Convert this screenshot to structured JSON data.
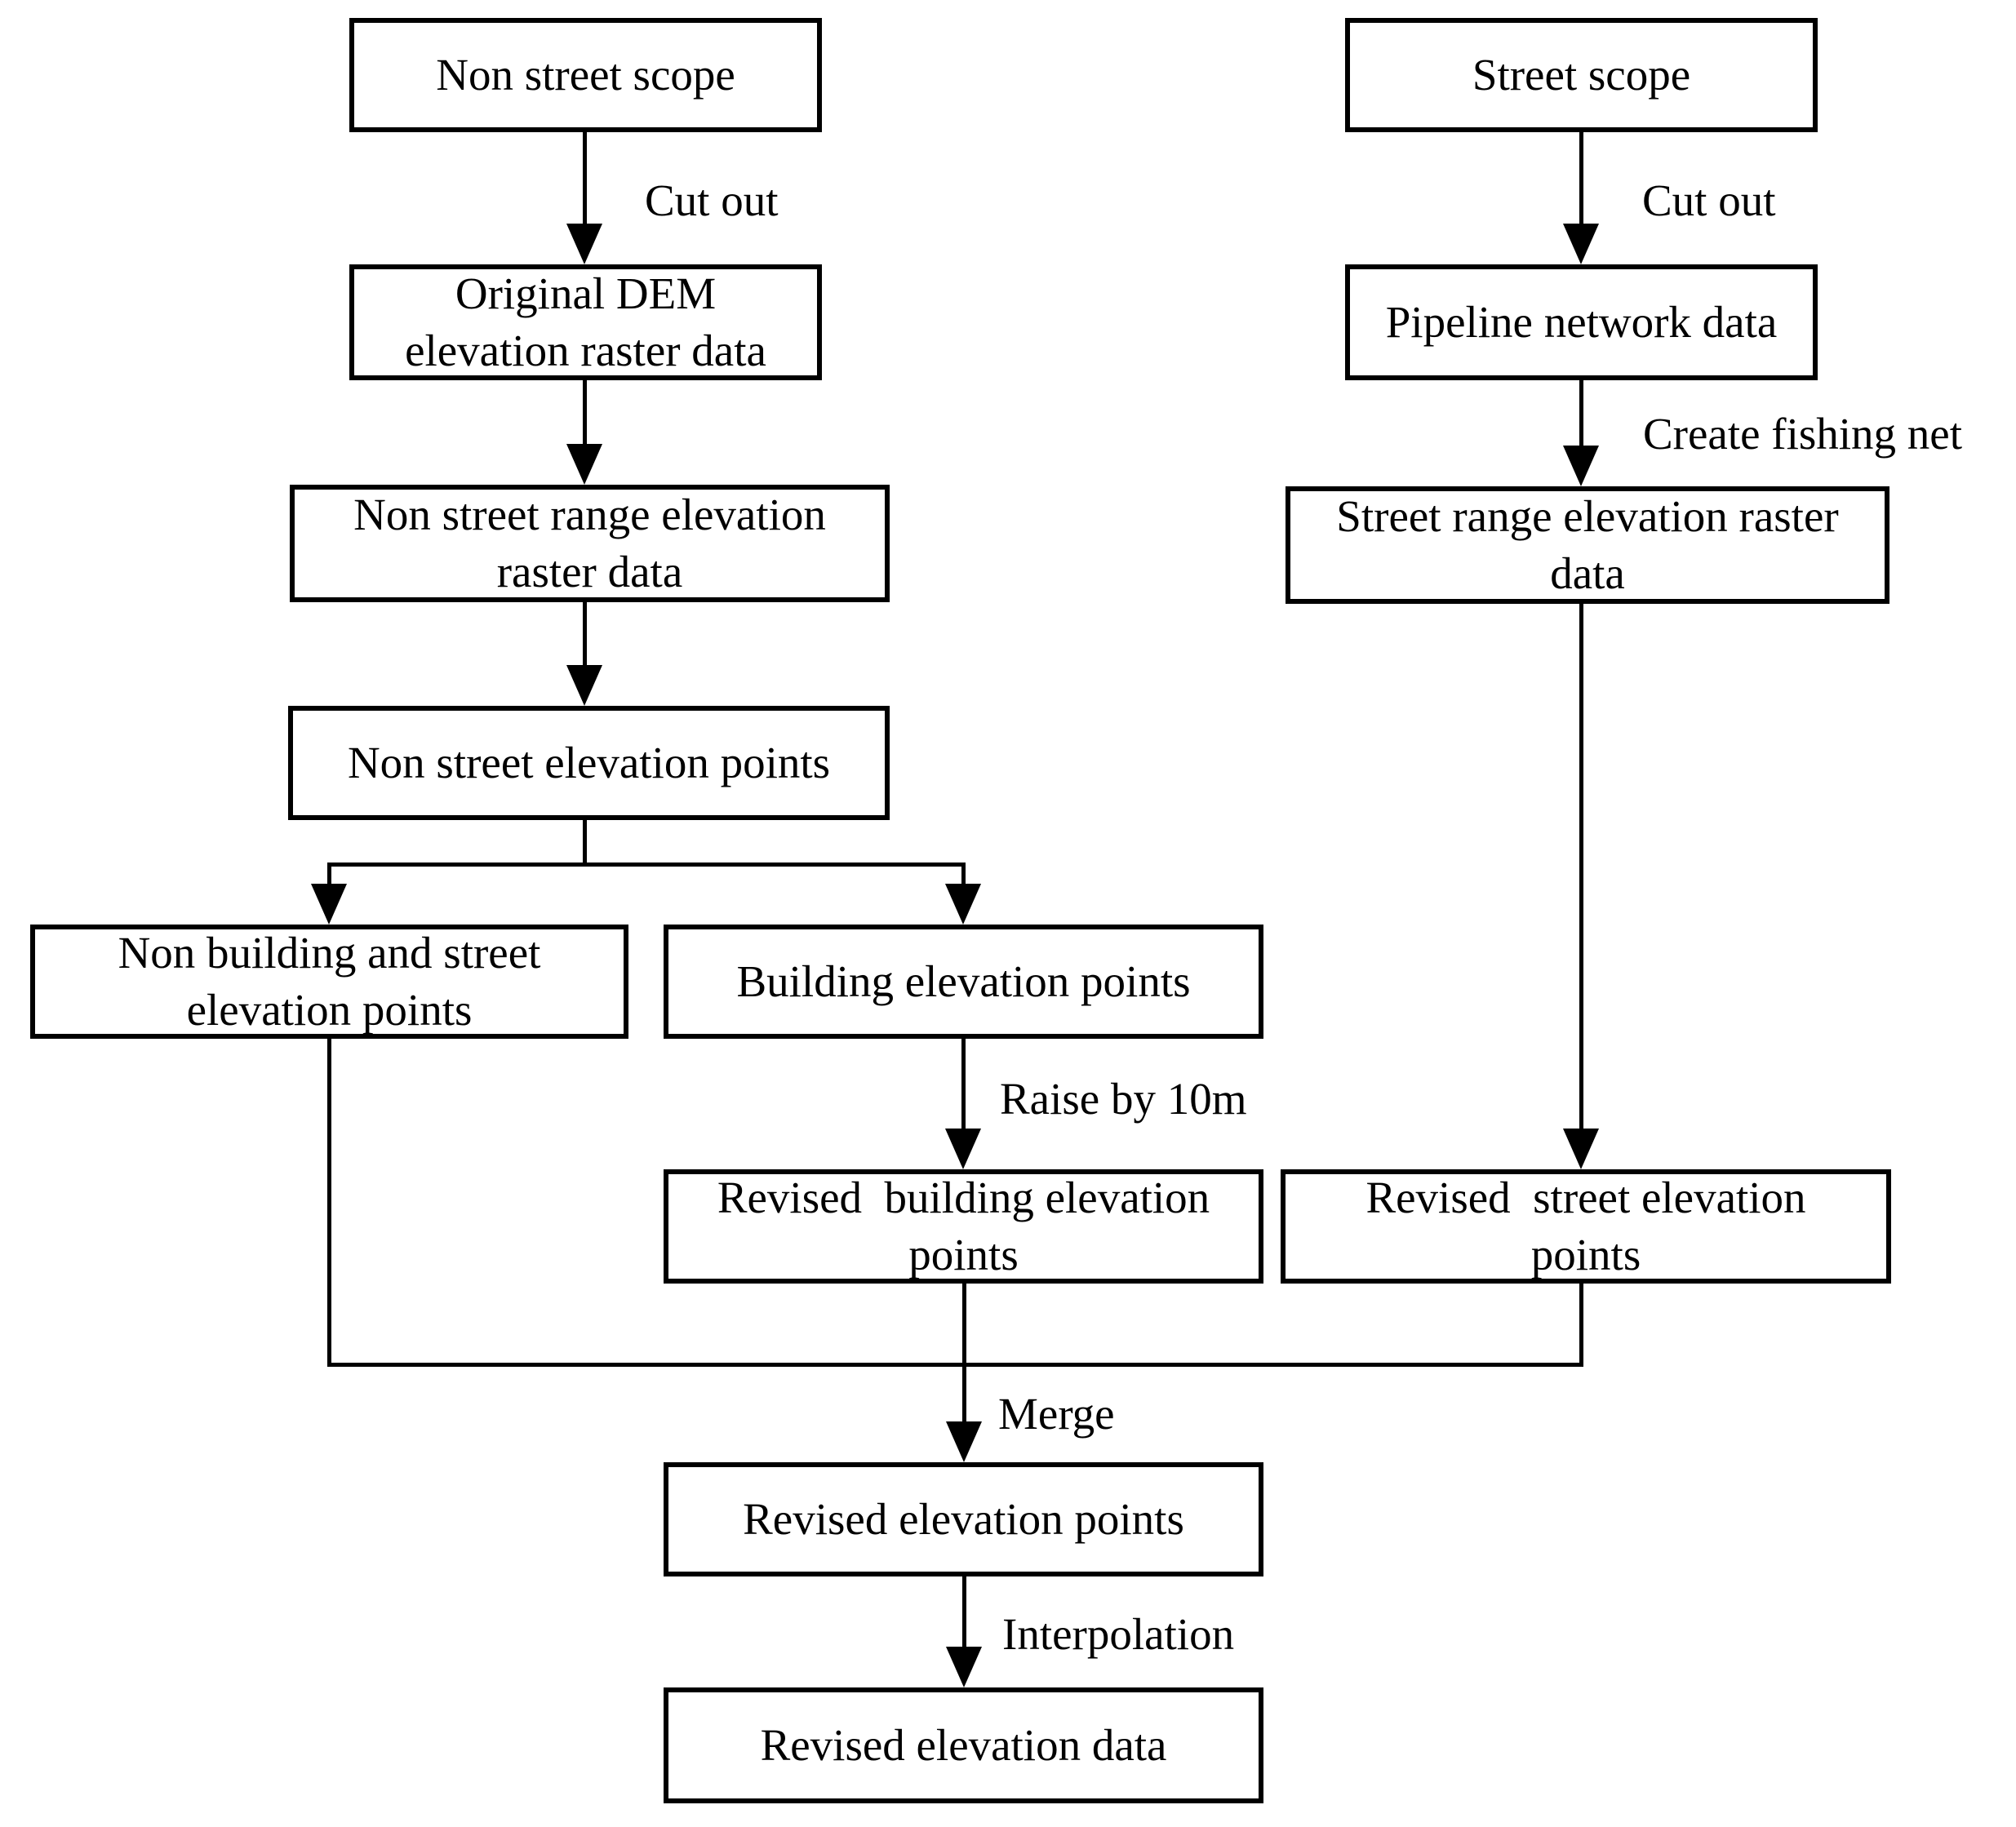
{
  "diagram": {
    "background_color": "#ffffff",
    "line_color": "#000000",
    "boxes": {
      "non_street_scope": "Non street scope",
      "street_scope": "Street scope",
      "original_dem": "Original DEM\nelevation raster data",
      "pipeline_network": "Pipeline network data",
      "non_street_range": "Non street range elevation\nraster data",
      "street_range": "Street range elevation raster\ndata",
      "non_street_points": "Non street elevation points",
      "non_building_street_points": "Non building and street\nelevation points",
      "building_points": "Building elevation points",
      "revised_building_points": "Revised  building elevation\npoints",
      "revised_street_points": "Revised  street elevation\npoints",
      "revised_points": "Revised elevation points",
      "revised_data": "Revised elevation data"
    },
    "edge_labels": {
      "cut_out_left": "Cut out",
      "cut_out_right": "Cut out",
      "create_fishing_net": "Create fishing net",
      "raise_by_10m": "Raise by 10m",
      "merge": "Merge",
      "interpolation": "Interpolation"
    }
  }
}
